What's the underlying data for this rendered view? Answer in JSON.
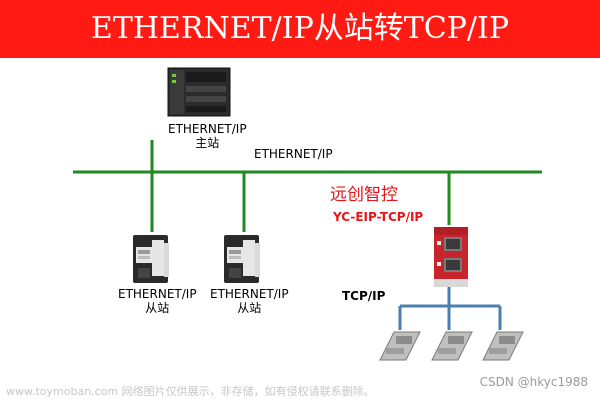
{
  "banner": {
    "title": "ETHERNET/IP从站转TCP/IP"
  },
  "network": {
    "bus_label": "ETHERNET/IP"
  },
  "master": {
    "line1": "ETHERNET/IP",
    "line2": "主站"
  },
  "slaves": [
    {
      "line1": "ETHERNET/IP",
      "line2": "从站"
    },
    {
      "line1": "ETHERNET/IP",
      "line2": "从站"
    }
  ],
  "gateway": {
    "brand_cn": "远创智控",
    "model": "YC-EIP-TCP/IP"
  },
  "tcp": {
    "label": "TCP/IP",
    "device_count": 3
  },
  "watermarks": {
    "left": "www.toymoban.com 网络图片仅供展示，非存储，如有侵权请联系删除。",
    "right": "CSDN @hkyc1988"
  },
  "colors": {
    "banner": "#ff1a14",
    "ethernet_bus": "#1f8a1f",
    "tcp_bus": "#4a7fb0",
    "brand_red": "#e8141a"
  }
}
